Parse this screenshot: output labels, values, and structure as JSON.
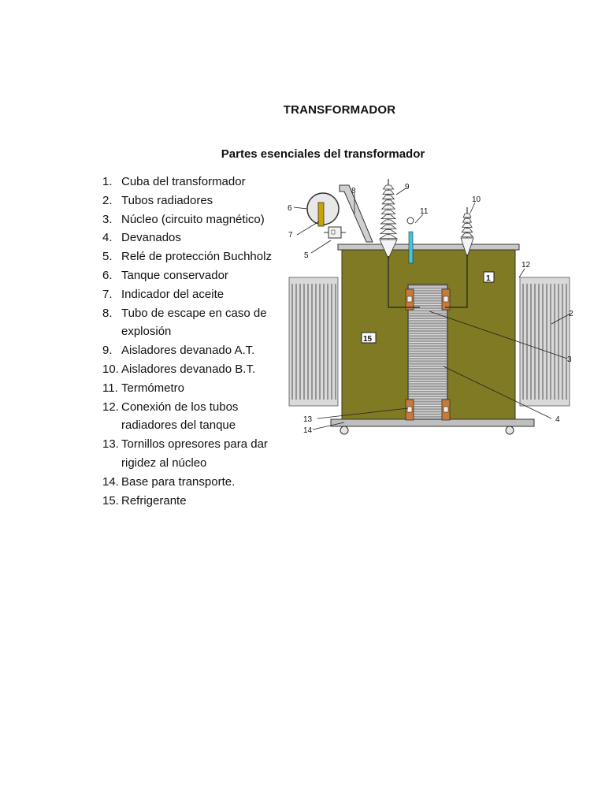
{
  "document": {
    "title": "TRANSFORMADOR",
    "subtitle": "Partes esenciales del transformador"
  },
  "parts": [
    {
      "num": "1.",
      "lines": [
        "Cuba del transformador"
      ]
    },
    {
      "num": "2.",
      "lines": [
        "Tubos radiadores"
      ]
    },
    {
      "num": "3.",
      "lines": [
        "Núcleo (circuito magnético)"
      ]
    },
    {
      "num": "4.",
      "lines": [
        "Devanados"
      ]
    },
    {
      "num": "5.",
      "lines": [
        "Relé de protección Buchholz"
      ]
    },
    {
      "num": "6.",
      "lines": [
        "Tanque conservador"
      ]
    },
    {
      "num": "7.",
      "lines": [
        "Indicador del aceite"
      ]
    },
    {
      "num": "8.",
      "lines": [
        "Tubo de escape en caso de",
        "explosión"
      ]
    },
    {
      "num": "9.",
      "lines": [
        "Aisladores devanado A.T."
      ]
    },
    {
      "num": "10.",
      "lines": [
        "Aisladores devanado  B.T."
      ]
    },
    {
      "num": "11.",
      "lines": [
        "Termómetro"
      ]
    },
    {
      "num": "12.",
      "lines": [
        "Conexión de los tubos",
        "radiadores del tanque"
      ]
    },
    {
      "num": "13.",
      "lines": [
        "Tornillos opresores para dar",
        "rigidez al núcleo"
      ]
    },
    {
      "num": "14.",
      "lines": [
        "Base para transporte."
      ]
    },
    {
      "num": "15.",
      "lines": [
        "Refrigerante"
      ]
    }
  ],
  "diagram": {
    "callouts": [
      "1",
      "2",
      "3",
      "4",
      "5",
      "6",
      "7",
      "8",
      "9",
      "10",
      "11",
      "12",
      "13",
      "14",
      "15"
    ],
    "colors": {
      "tank": "#7f7a23",
      "tank_dark": "#5e5a18",
      "radiator": "#d9d9d9",
      "core": "#9a9a9a",
      "winding": "#c77b3a",
      "thermometer": "#3fc6e0",
      "conservator_indicator": "#c9a400",
      "base": "#bfbfbf"
    }
  }
}
